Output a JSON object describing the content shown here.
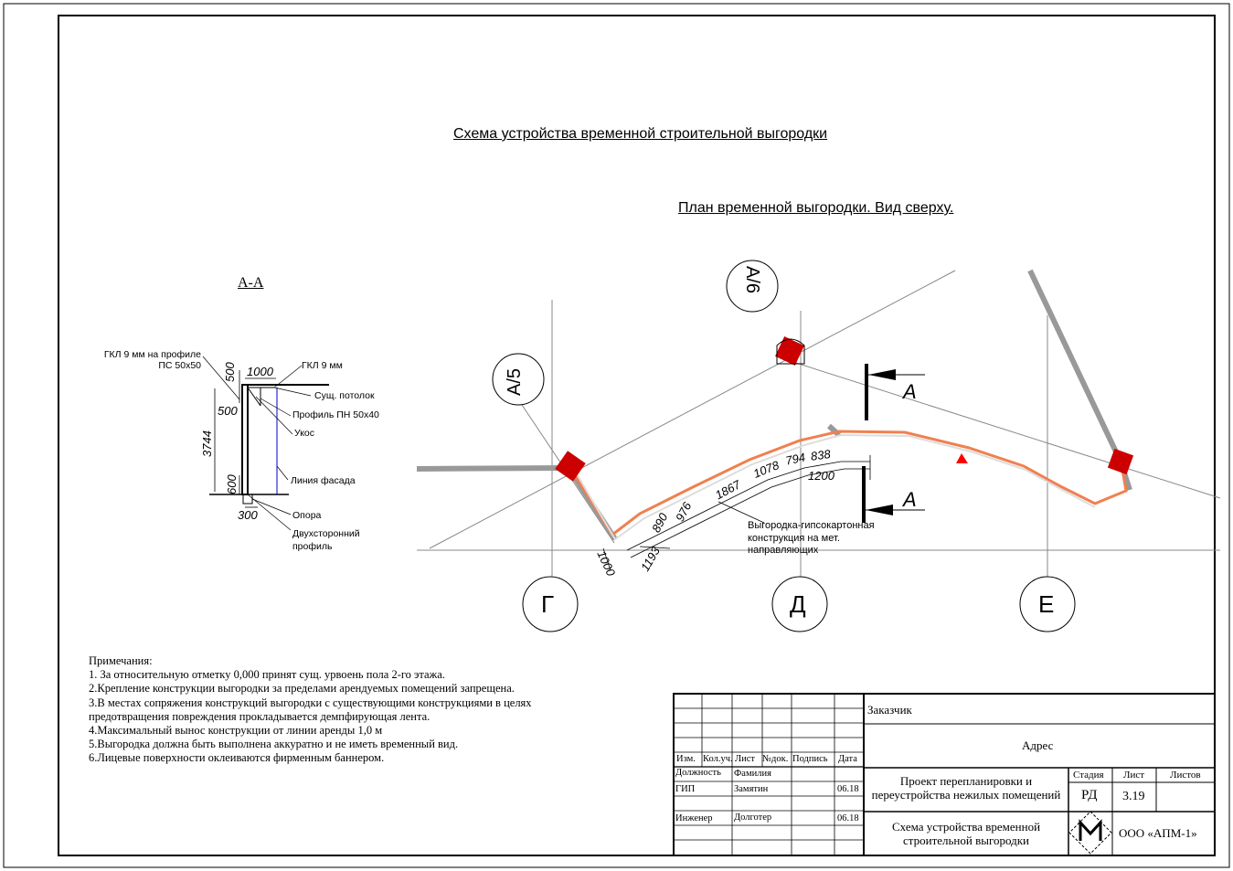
{
  "titles": {
    "main": "Схема устройства временной строительной выгородки",
    "plan": "План временной выгородки. Вид сверху.",
    "section": "А-А"
  },
  "section_aa": {
    "labels": {
      "gkl_profile": [
        "ГКЛ 9 мм на профиле",
        "ПС 50х50"
      ],
      "gkl": "ГКЛ 9 мм",
      "ceiling": "Сущ. потолок",
      "profile_pn": "Профиль ПН 50х40",
      "brace": "Укос",
      "facade_line": "Линия фасада",
      "support": "Опора",
      "double_profile": [
        "Двухсторонний",
        "профиль"
      ]
    },
    "dims": {
      "top_500": "500",
      "top_1000": "1000",
      "mid_500": "500",
      "height": "3744",
      "bottom_600": "600",
      "bottom_300": "300"
    }
  },
  "plan": {
    "axes": {
      "a5": "А/5",
      "a6": "А/6",
      "g": "Г",
      "d": "Д",
      "e": "Е"
    },
    "section_marks": [
      "А",
      "А"
    ],
    "dims": [
      "1000",
      "1193",
      "890",
      "976",
      "1867",
      "1078",
      "794",
      "838",
      "1200"
    ],
    "callout": [
      "Выгородка-гипсокартонная",
      "конструкция на мет.",
      "направляющих"
    ]
  },
  "notes": {
    "heading": "Примечания:",
    "items": [
      "1. За относительную отметку 0,000 принят сущ. урвоень пола 2-го этажа.",
      "2.Крепление конструкции выгородки за пределами арендуемых помещений запрещена.",
      "3.В местах сопряжения конструкций выгородки с существующими конструкциями в целях",
      "предотвращения повреждения прокладывается демпфирующая лента.",
      "4.Максимальный вынос конструкции от линии аренды 1,0 м",
      "5.Выгородка должна быть выполнена аккуратно и не иметь временный вид.",
      "6.Лицевые поверхности оклеиваются фирменным баннером."
    ]
  },
  "stamp": {
    "customer": "Заказчик",
    "address": "Адрес",
    "header_cols": [
      "Изм.",
      "Кол.уч.",
      "Лист",
      "№док.",
      "Подпись",
      "Дата"
    ],
    "position_label": "Должность",
    "surname_label": "Фамилия",
    "rows": [
      {
        "role": "ГИП",
        "name": "Замятин",
        "date": "06.18"
      },
      {
        "role": "Инженер",
        "name": "Долготер",
        "date": "06.18"
      }
    ],
    "project": "Проект перепланировки и переустройства нежилых помещений",
    "stage_label": "Стадия",
    "sheet_label": "Лист",
    "sheets_label": "Листов",
    "stage": "РД",
    "sheet": "3.19",
    "sheets": "",
    "drawing_name": "Схема устройства временной строительной выгородки",
    "company": "ООО «АПМ-1»"
  },
  "colors": {
    "fence": "#f08050",
    "column": "#cc0000",
    "grid": "#888888",
    "facade": "#0000cc"
  }
}
